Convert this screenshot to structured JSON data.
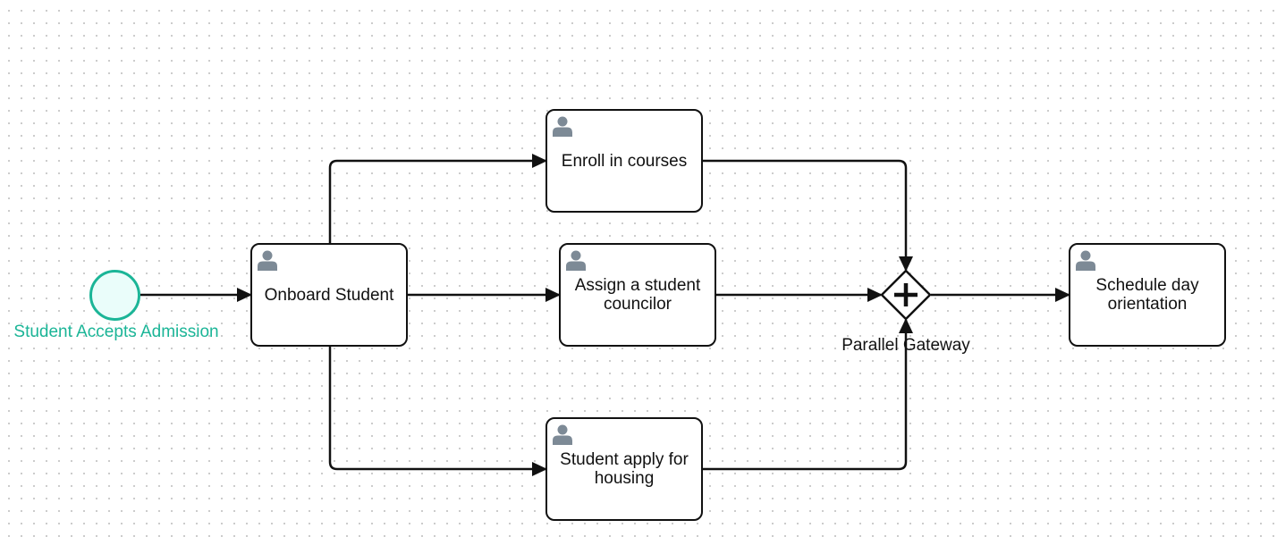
{
  "diagram": {
    "start_event": {
      "label": "Student Accepts Admission",
      "color": "#1bb597",
      "fill": "#eafdfa"
    },
    "tasks": [
      {
        "key": "onboard",
        "label": "Onboard Student",
        "icon": "user-icon"
      },
      {
        "key": "enroll",
        "label": "Enroll in courses",
        "icon": "user-icon"
      },
      {
        "key": "councilor",
        "label": "Assign a student councilor",
        "icon": "user-icon"
      },
      {
        "key": "housing",
        "label": "Student apply for housing",
        "icon": "user-icon"
      },
      {
        "key": "orientation",
        "label": "Schedule day orientation",
        "icon": "user-icon"
      }
    ],
    "gateway": {
      "label": "Parallel Gateway",
      "type": "parallel",
      "icon": "plus-icon"
    },
    "flows": [
      {
        "from": "start",
        "to": "onboard"
      },
      {
        "from": "onboard",
        "to": "enroll"
      },
      {
        "from": "onboard",
        "to": "councilor"
      },
      {
        "from": "onboard",
        "to": "housing"
      },
      {
        "from": "enroll",
        "to": "gateway"
      },
      {
        "from": "councilor",
        "to": "gateway"
      },
      {
        "from": "housing",
        "to": "gateway"
      },
      {
        "from": "gateway",
        "to": "orientation"
      }
    ]
  }
}
